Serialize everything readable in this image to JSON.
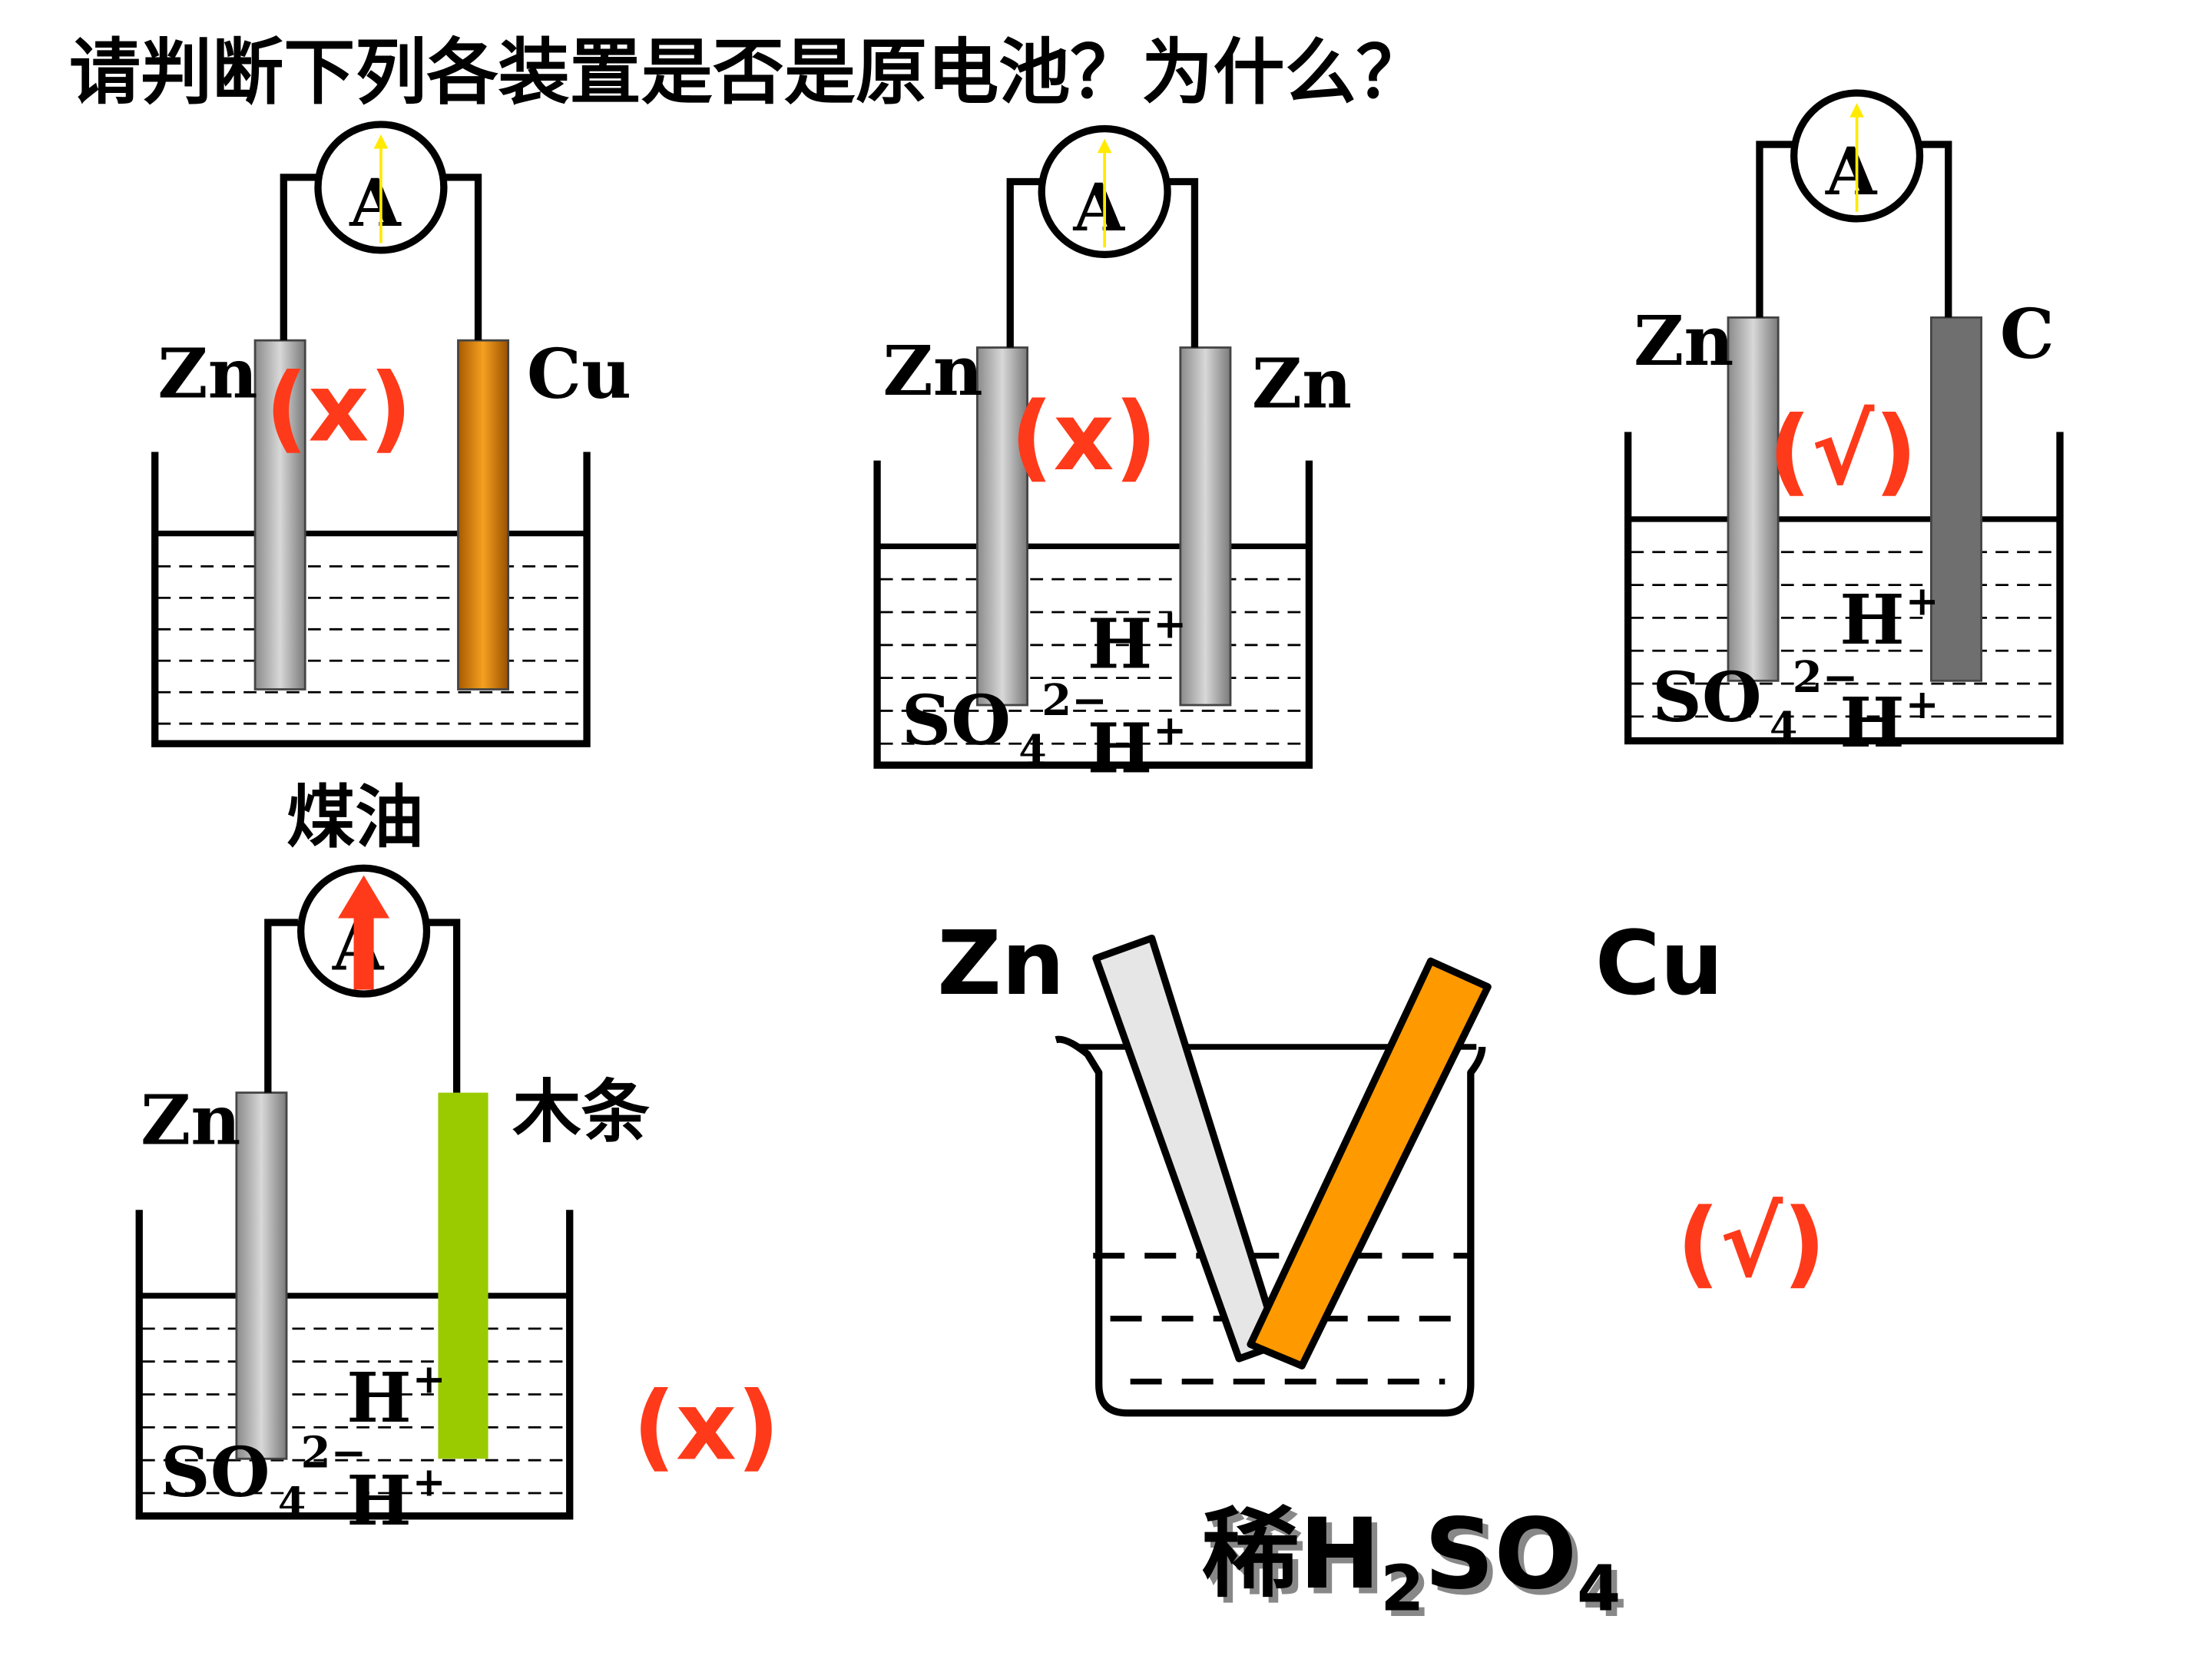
{
  "question": "请判断下列各装置是否是原电池？为什么？",
  "meter_label": "A",
  "colors": {
    "accent": "#ff3a1a",
    "zinc_dark": "#8a8a8a",
    "copper": "#e98800",
    "carbon": "#6f6f6f",
    "wood": "#9acb00",
    "beaker_zinc": "#e6e6e6",
    "beaker_copper": "#ff9900",
    "meter_arrow": "#ffea00"
  },
  "cells": {
    "c1": {
      "left": "Zn",
      "right": "Cu",
      "verdict": "(x)",
      "liquid": "煤油"
    },
    "c2": {
      "left": "Zn",
      "right": "Zn",
      "verdict": "(x)",
      "ion_h_top": "H",
      "ion_h_bottom": "H",
      "h_charge": "+",
      "ion_so4": "SO",
      "so4_sub": "4",
      "so4_charge": "2−"
    },
    "c3": {
      "left": "Zn",
      "right": "C",
      "verdict": "(√)",
      "ion_h_top": "H",
      "ion_h_bottom": "H",
      "h_charge": "+",
      "ion_so4": "SO",
      "so4_sub": "4",
      "so4_charge": "2−"
    },
    "c4": {
      "left": "Zn",
      "right": "木条",
      "verdict": "(x)",
      "ion_h_top": "H",
      "ion_h_bottom": "H",
      "h_charge": "+",
      "ion_so4": "SO",
      "so4_sub": "4",
      "so4_charge": "2−"
    },
    "c5": {
      "left": "Zn",
      "right": "Cu",
      "verdict": "(√)",
      "solution_prefix": "稀",
      "solution_h": "H",
      "solution_h_sub": "2",
      "solution_so": "SO",
      "solution_so_sub": "4"
    }
  }
}
